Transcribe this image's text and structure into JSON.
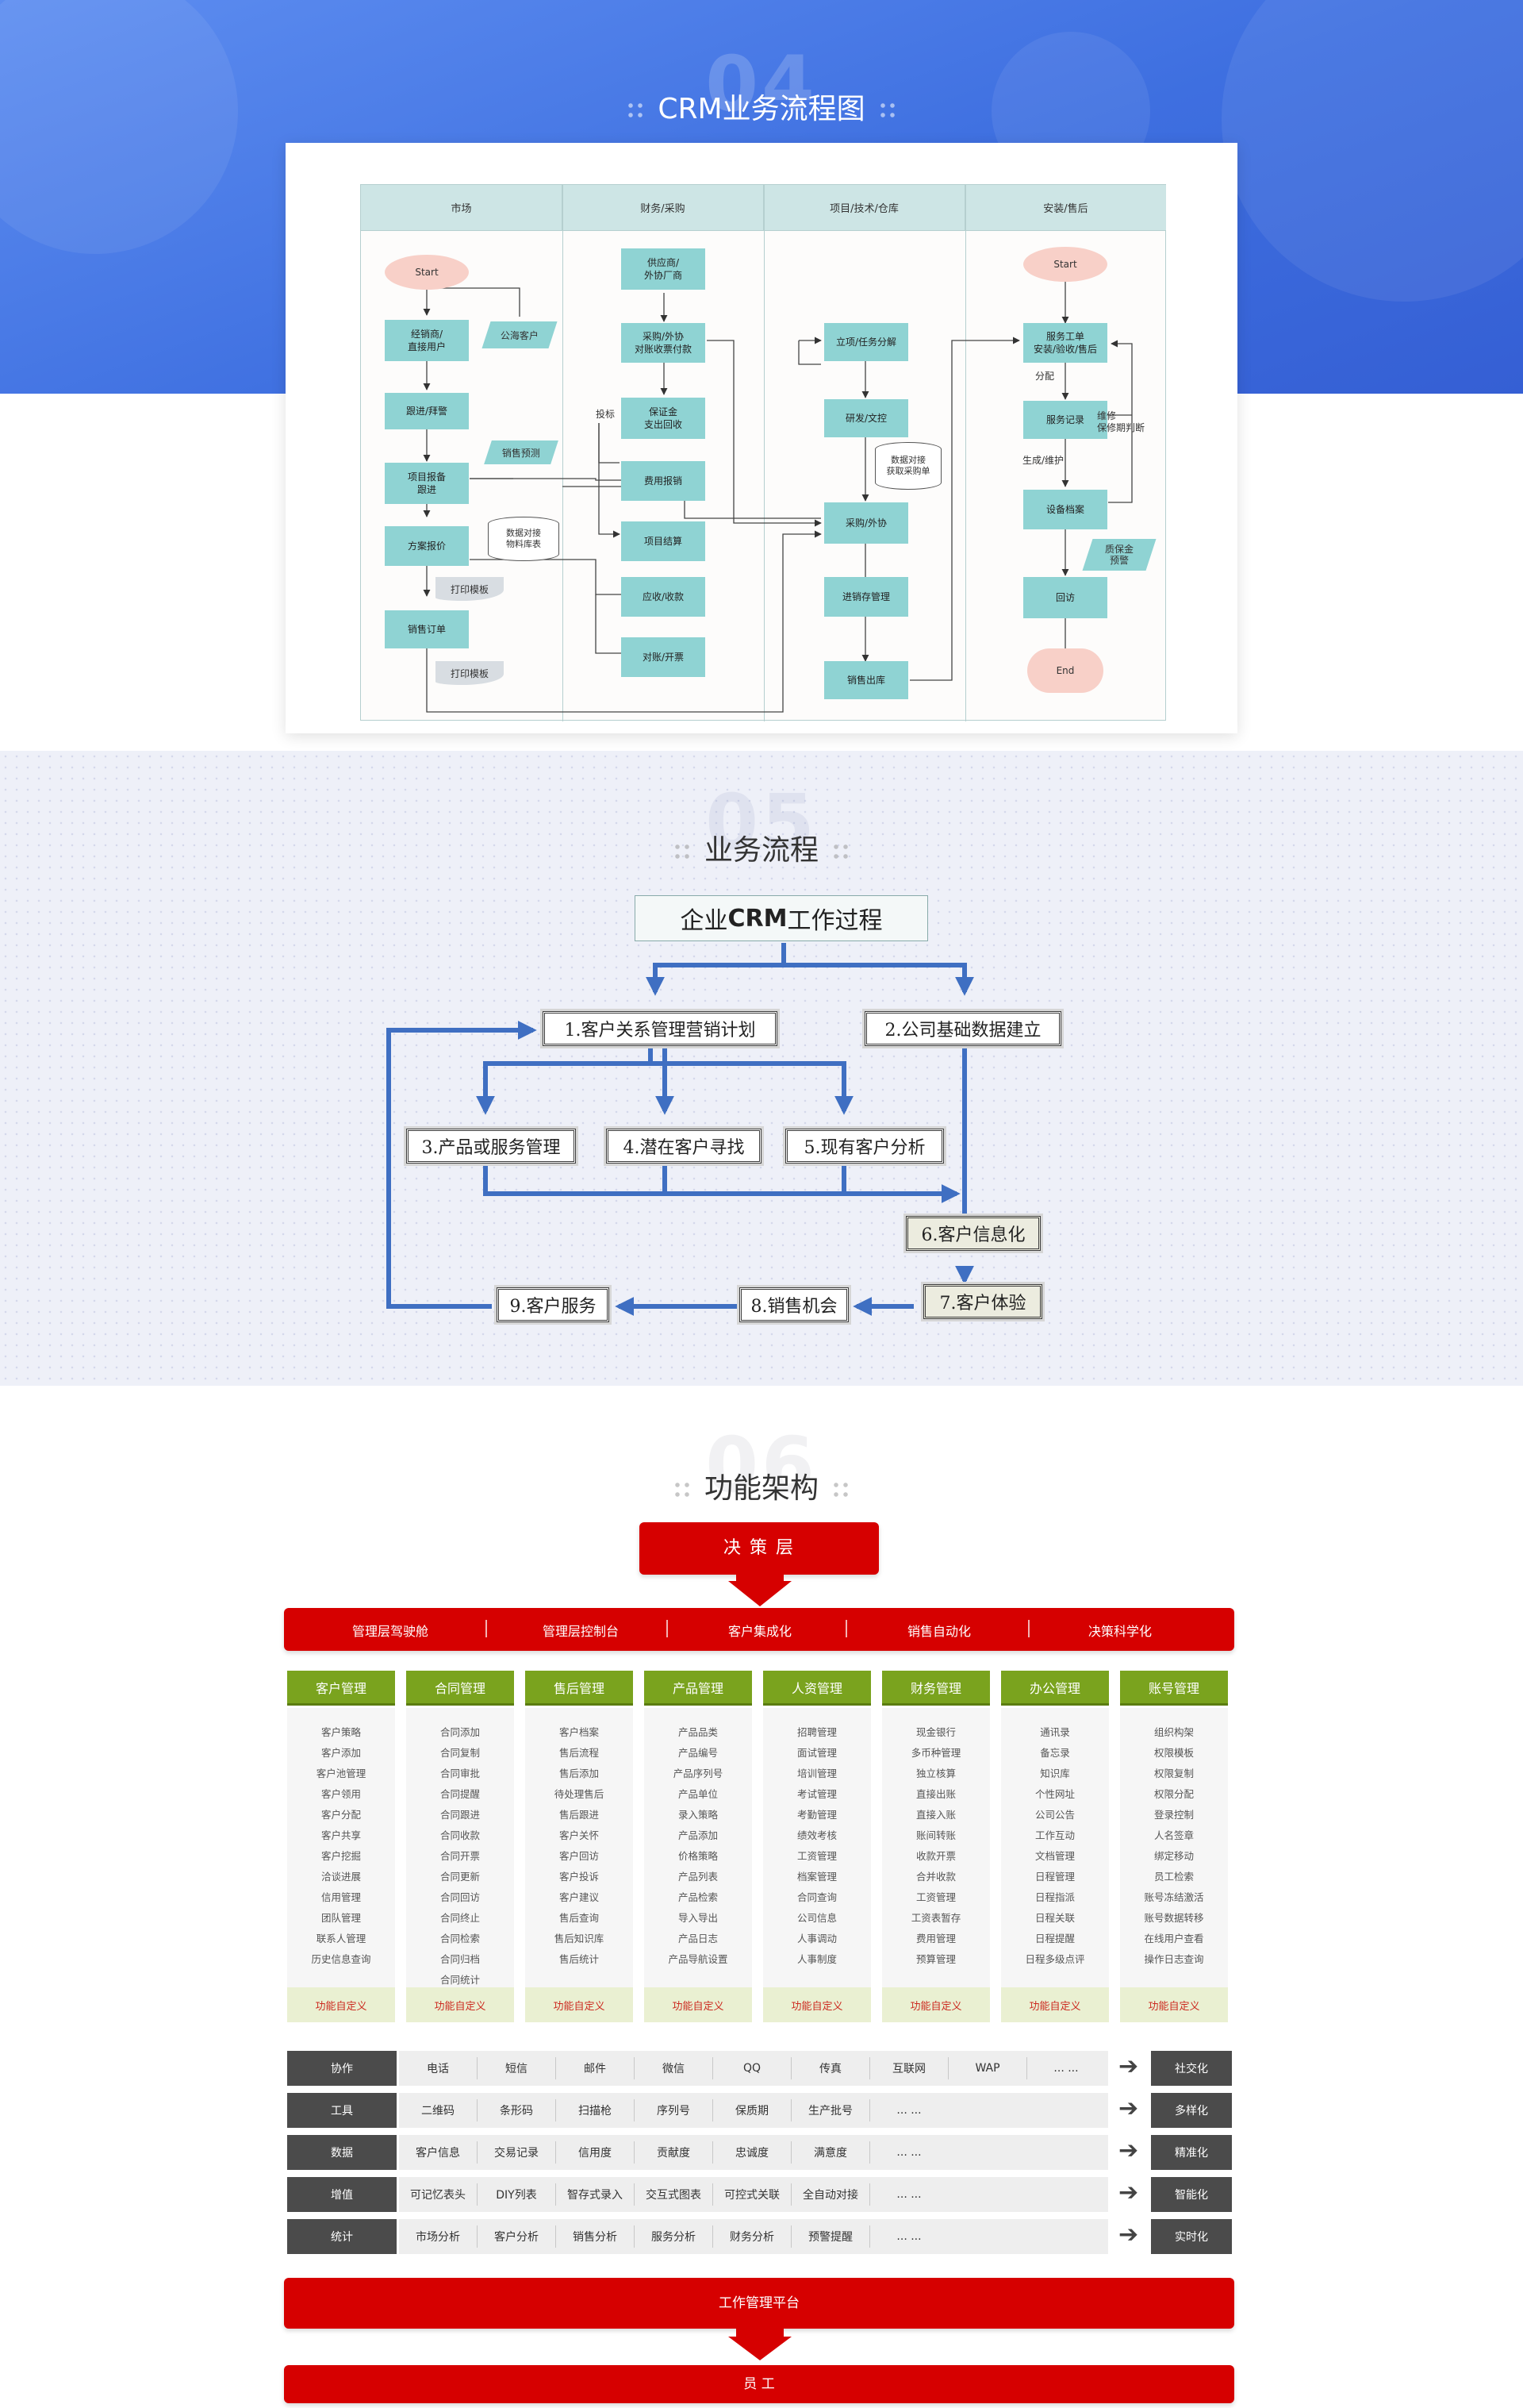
{
  "section1": {
    "number": "04",
    "title": "CRM业务流程图",
    "lanes": [
      "市场",
      "财务/采购",
      "项目/技术/仓库",
      "安装/售后"
    ],
    "market": {
      "start": "Start",
      "dealer": "经销商/\n直接用户",
      "public_customer": "公海客户",
      "follow": "跟进/拜警",
      "project_report": "项目报备\n跟进",
      "sales_forecast": "销售预测",
      "quote": "方案报价",
      "data_check_material": "数据对接\n物料库表",
      "print_template_1": "打印模板",
      "sales_order": "销售订单",
      "print_template_2": "打印模板"
    },
    "finance": {
      "supplier": "供应商/\n外协厂商",
      "purchase": "采购/外协\n对账收票付款",
      "bid_label": "投标",
      "deposit": "保证金\n支出回收",
      "expense": "费用报销",
      "settle": "项目结算",
      "receivable": "应收/收款",
      "reconcile": "对账/开票"
    },
    "project": {
      "task": "立项/任务分解",
      "rnd": "研发/文控",
      "data_check_purchase": "数据对接\n获取采购单",
      "procure": "采购/外协",
      "inventory": "进销存管理",
      "outbound": "销售出库"
    },
    "service": {
      "start": "Start",
      "work_order": "服务工单\n安装/验收/售后",
      "dispatch": "分配",
      "record": "服务记录",
      "repair_label": "维修\n保修期判断",
      "maintain_label": "生成/维护",
      "archive": "设备档案",
      "warranty": "质保金\n预警",
      "visit": "回访",
      "end": "End"
    }
  },
  "section2": {
    "number": "05",
    "title": "业务流程",
    "chart_title_pre": "企业",
    "chart_title_bold": "CRM",
    "chart_title_post": "工作过程",
    "nodes": {
      "n1": "1.客户关系管理营销计划",
      "n2": "2.公司基础数据建立",
      "n3": "3.产品或服务管理",
      "n4": "4.潜在客户寻找",
      "n5": "5.现有客户分析",
      "n6": "6.客户信息化",
      "n7": "7.客户体验",
      "n8": "8.销售机会",
      "n9": "9.客户服务"
    }
  },
  "section3": {
    "number": "06",
    "title": "功能架构",
    "decision": "决 策 层",
    "strip": [
      "管理层驾驶舱",
      "管理层控制台",
      "客户集成化",
      "销售自动化",
      "决策科学化"
    ],
    "columns": [
      {
        "head": "客户管理",
        "items": [
          "客户策略",
          "客户添加",
          "客户池管理",
          "客户领用",
          "客户分配",
          "客户共享",
          "客户挖掘",
          "洽谈进展",
          "信用管理",
          "团队管理",
          "联系人管理",
          "历史信息查询"
        ],
        "foot": "功能自定义"
      },
      {
        "head": "合同管理",
        "items": [
          "合同添加",
          "合同复制",
          "合同审批",
          "合同提醒",
          "合同跟进",
          "合同收款",
          "合同开票",
          "合同更新",
          "合同回访",
          "合同终止",
          "合同检索",
          "合同归档",
          "合同统计"
        ],
        "foot": "功能自定义"
      },
      {
        "head": "售后管理",
        "items": [
          "客户档案",
          "售后流程",
          "售后添加",
          "待处理售后",
          "售后跟进",
          "客户关怀",
          "客户回访",
          "客户投诉",
          "客户建议",
          "售后查询",
          "售后知识库",
          "售后统计"
        ],
        "foot": "功能自定义"
      },
      {
        "head": "产品管理",
        "items": [
          "产品品类",
          "产品编号",
          "产品序列号",
          "产品单位",
          "录入策略",
          "产品添加",
          "价格策略",
          "产品列表",
          "产品检索",
          "导入导出",
          "产品日志",
          "产品导航设置"
        ],
        "foot": "功能自定义"
      },
      {
        "head": "人资管理",
        "items": [
          "招聘管理",
          "面试管理",
          "培训管理",
          "考试管理",
          "考勤管理",
          "绩效考核",
          "工资管理",
          "档案管理",
          "合同查询",
          "公司信息",
          "人事调动",
          "人事制度"
        ],
        "foot": "功能自定义"
      },
      {
        "head": "财务管理",
        "items": [
          "现金银行",
          "多币种管理",
          "独立核算",
          "直接出账",
          "直接入账",
          "账间转账",
          "收款开票",
          "合并收款",
          "工资管理",
          "工资表暂存",
          "费用管理",
          "预算管理"
        ],
        "foot": "功能自定义"
      },
      {
        "head": "办公管理",
        "items": [
          "通讯录",
          "备忘录",
          "知识库",
          "个性网址",
          "公司公告",
          "工作互动",
          "文档管理",
          "日程管理",
          "日程指派",
          "日程关联",
          "日程提醒",
          "日程多级点评"
        ],
        "foot": "功能自定义"
      },
      {
        "head": "账号管理",
        "items": [
          "组织构架",
          "权限模板",
          "权限复制",
          "权限分配",
          "登录控制",
          "人名签章",
          "绑定移动",
          "员工检索",
          "账号冻结激活",
          "账号数据转移",
          "在线用户查看",
          "操作日志查询"
        ],
        "foot": "功能自定义"
      }
    ],
    "rows": [
      {
        "label": "协作",
        "cells": [
          "电话",
          "短信",
          "邮件",
          "微信",
          "QQ",
          "传真",
          "互联网",
          "WAP",
          "... ..."
        ],
        "out": "社交化"
      },
      {
        "label": "工具",
        "cells": [
          "二维码",
          "条形码",
          "扫描枪",
          "序列号",
          "保质期",
          "生产批号",
          "... ..."
        ],
        "out": "多样化"
      },
      {
        "label": "数据",
        "cells": [
          "客户信息",
          "交易记录",
          "信用度",
          "贡献度",
          "忠诚度",
          "满意度",
          "... ..."
        ],
        "out": "精准化"
      },
      {
        "label": "增值",
        "cells": [
          "可记忆表头",
          "DIY列表",
          "智存式录入",
          "交互式图表",
          "可控式关联",
          "全自动对接",
          "... ..."
        ],
        "out": "智能化"
      },
      {
        "label": "统计",
        "cells": [
          "市场分析",
          "客户分析",
          "销售分析",
          "服务分析",
          "财务分析",
          "预警提醒",
          "... ..."
        ],
        "out": "实时化"
      }
    ],
    "platform": "工作管理平台",
    "staff": "员 工"
  }
}
